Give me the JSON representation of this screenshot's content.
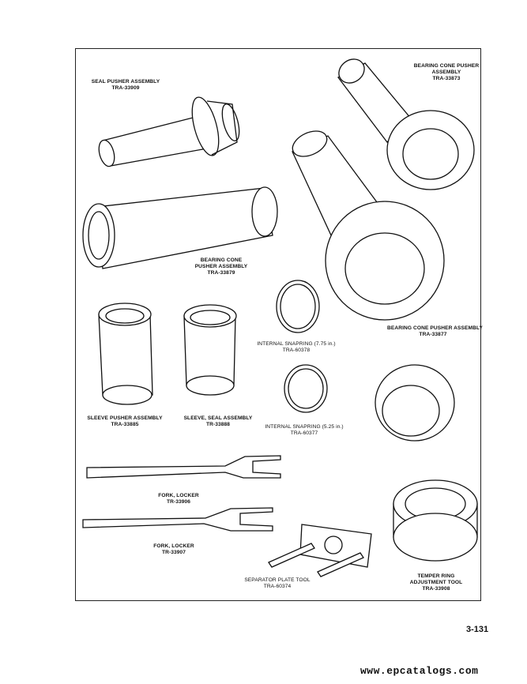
{
  "tools": [
    {
      "name": "SEAL PUSHER ASSEMBLY",
      "part": "TRA-33909"
    },
    {
      "name": "BEARING CONE PUSHER ASSEMBLY",
      "part": "TRA-33873"
    },
    {
      "name": "BEARING CONE PUSHER ASSEMBLY",
      "part": "TRA-33879"
    },
    {
      "name": "INTERNAL SNAPRING (7.75 in.)",
      "part": "TRA-60378"
    },
    {
      "name": "BEARING CONE PUSHER ASSEMBLY",
      "part": "TRA-33877"
    },
    {
      "name": "SLEEVE PUSHER ASSEMBLY",
      "part": "TRA-33885"
    },
    {
      "name": "SLEEVE, SEAL ASSEMBLY",
      "part": "TR-33888"
    },
    {
      "name": "INTERNAL SNAPRING (5.25 in.)",
      "part": "TRA-60377"
    },
    {
      "name": "FORK, LOCKER",
      "part": "TR-33906"
    },
    {
      "name": "FORK, LOCKER",
      "part": "TR-33907"
    },
    {
      "name": "SEPARATOR PLATE TOOL",
      "part": "TRA-60374"
    },
    {
      "name": "TEMPER RING ADJUSTMENT TOOL",
      "part": "TRA-33908"
    }
  ],
  "page_number": "3-131",
  "watermark": "www.epcatalogs.com"
}
